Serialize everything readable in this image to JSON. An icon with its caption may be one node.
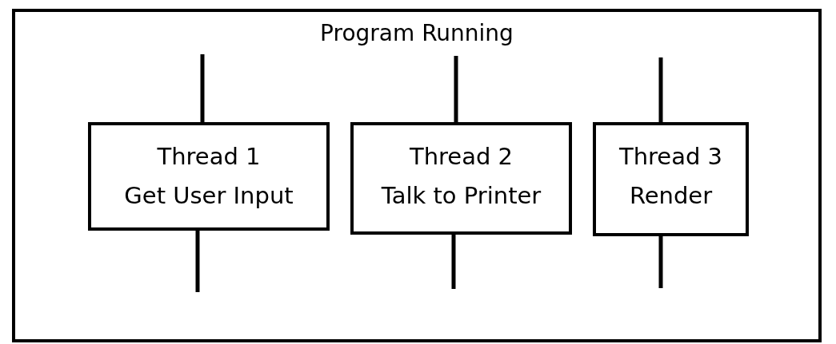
{
  "diagram": {
    "nodes": [
      {
        "text": [
          "Program Running"
        ]
      },
      {
        "text": [
          "Thread 1",
          "Get User Input"
        ],
        "in": 0
      },
      {
        "text": [
          "Thread 2",
          "Talk to Printer"
        ],
        "in": 0
      },
      {
        "text": [
          "Thread 3",
          "Render"
        ],
        "in": 0
      }
    ],
    "edges": [
      {
        "from": null,
        "to": 1,
        "arrow": "none"
      },
      {
        "from": 1,
        "to": null,
        "arrow": "none"
      },
      {
        "from": null,
        "to": 2,
        "arrow": "none"
      },
      {
        "from": 2,
        "to": null,
        "arrow": "none"
      },
      {
        "from": null,
        "to": 3,
        "arrow": "none"
      },
      {
        "from": 3,
        "to": null,
        "arrow": "none"
      }
    ]
  }
}
